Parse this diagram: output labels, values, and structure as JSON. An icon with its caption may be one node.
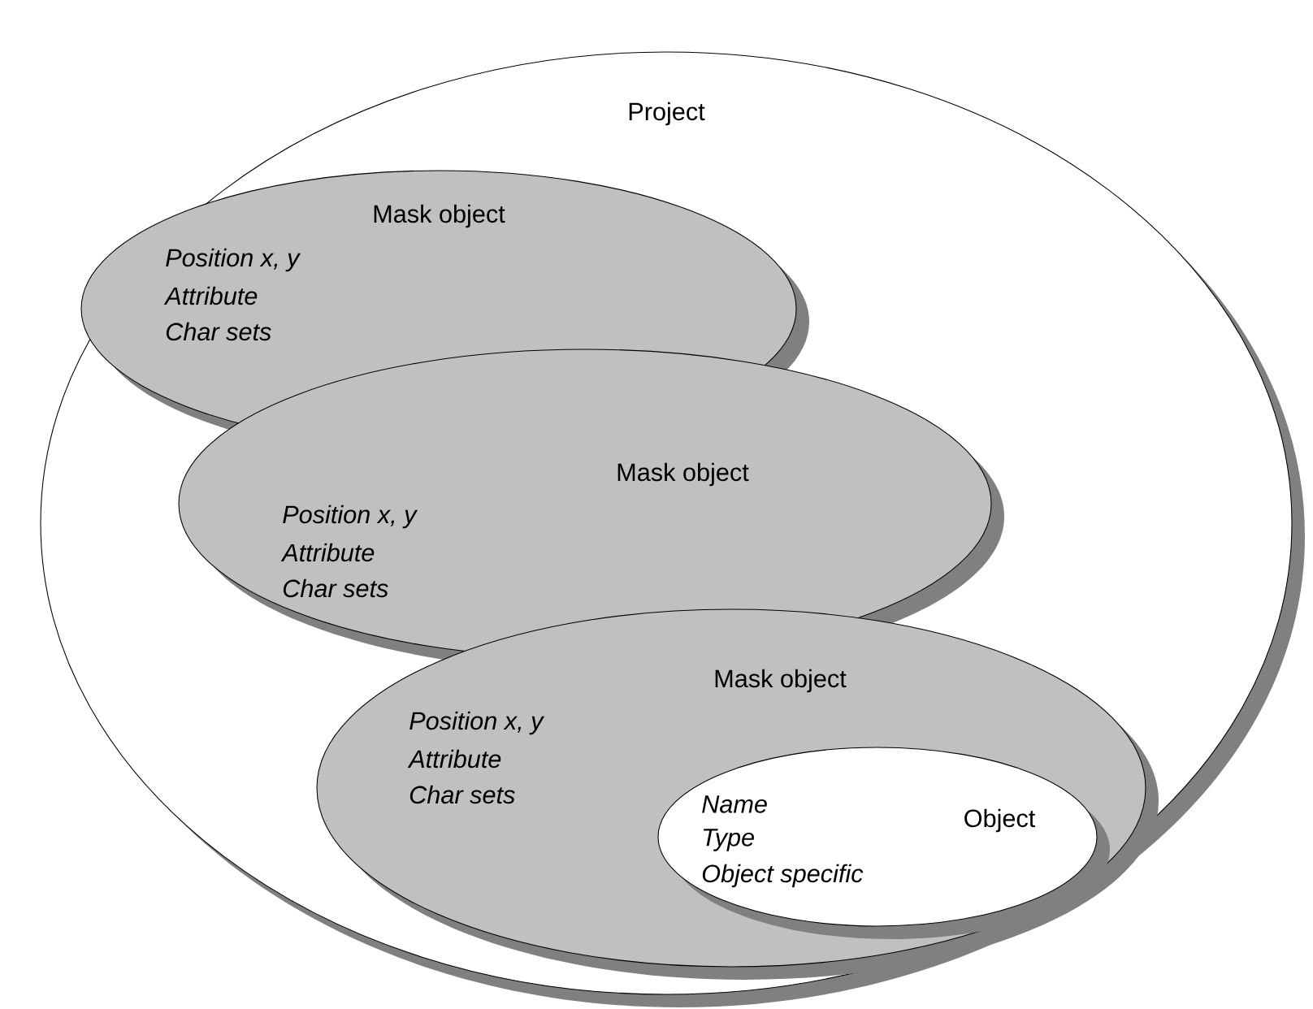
{
  "diagram": {
    "nodes": [
      {
        "text": [
          "Project"
        ]
      },
      {
        "text": [
          "Mask object",
          "Position x, y",
          "Attribute",
          "Char sets"
        ],
        "in": 0
      },
      {
        "text": [
          "Mask object",
          "Position x, y",
          "Attribute",
          "Char sets"
        ],
        "in": 0
      },
      {
        "text": [
          "Mask object",
          "Position x, y",
          "Attribute",
          "Char sets"
        ],
        "in": 0
      },
      {
        "text": [
          "Object",
          "Name",
          "Type",
          "Object specific"
        ],
        "in": 3
      }
    ]
  }
}
